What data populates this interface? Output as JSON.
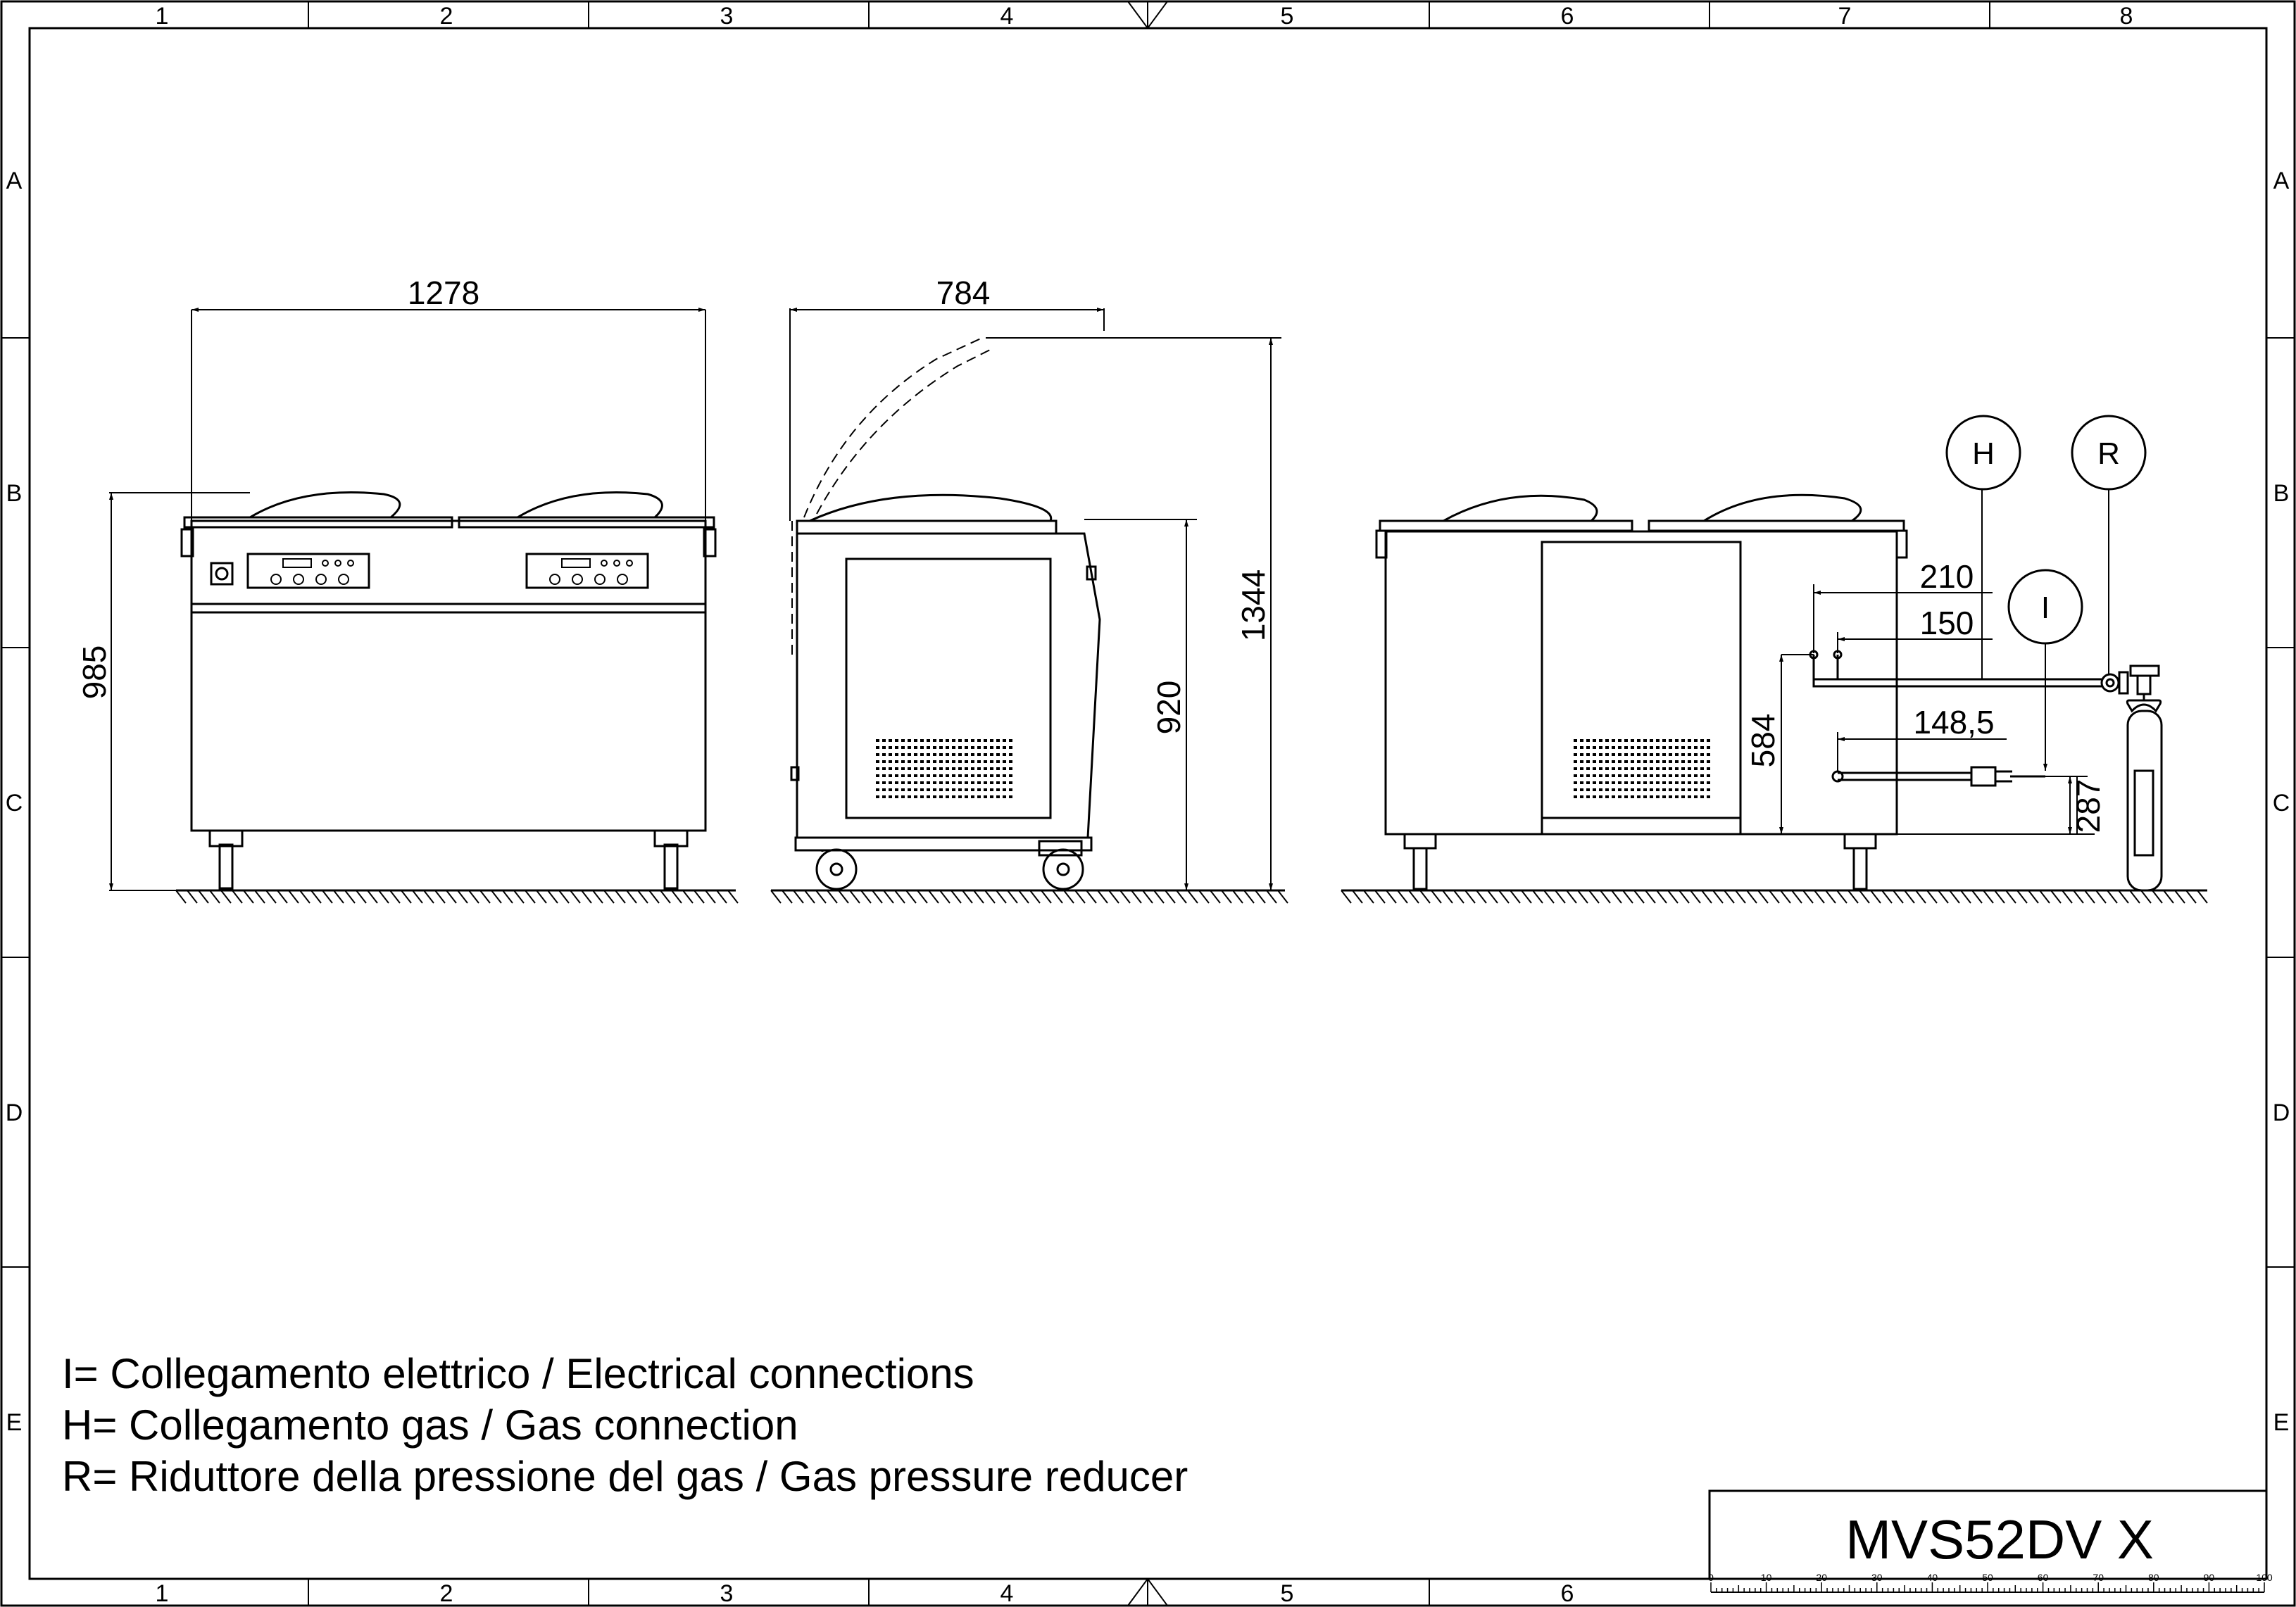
{
  "grid": {
    "columns": [
      "1",
      "2",
      "3",
      "4",
      "5",
      "6",
      "7",
      "8"
    ],
    "bottom_columns": [
      "1",
      "2",
      "3",
      "4",
      "5",
      "6"
    ],
    "rows": [
      "A",
      "B",
      "C",
      "D",
      "E"
    ]
  },
  "dimensions": {
    "front_width": "1278",
    "front_height": "985",
    "side_width": "784",
    "side_height_open": "1344",
    "side_height": "920",
    "gas_offset": "210",
    "gas_inner": "150",
    "elec_offset": "148,5",
    "gas_height": "584",
    "elec_height": "287"
  },
  "callouts": {
    "h": "H",
    "r": "R",
    "i": "I"
  },
  "legend": [
    "I= Collegamento elettrico / Electrical connections",
    "H= Collegamento gas / Gas connection",
    "R= Riduttore della pressione del gas / Gas pressure reducer"
  ],
  "title_block": {
    "model": "MVS52DV X"
  },
  "scale_ticks": [
    "0",
    "10",
    "20",
    "30",
    "40",
    "50",
    "60",
    "70",
    "80",
    "90",
    "100"
  ],
  "colors": {
    "ink": "#000000",
    "paper": "#ffffff"
  }
}
